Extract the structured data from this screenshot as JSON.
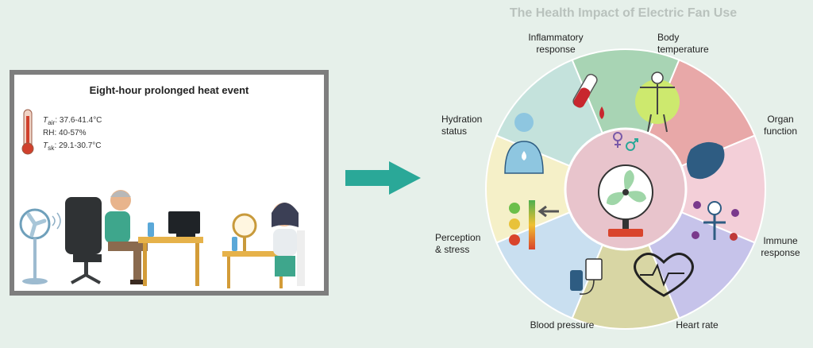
{
  "figure": {
    "title": "The Health Impact of Electric Fan Use"
  },
  "scenario": {
    "title": "Eight-hour prolonged heat event",
    "conditions": [
      {
        "symbol": "T",
        "subscript": "air",
        "value": ": 37.6-41.4°C"
      },
      {
        "symbol": "RH",
        "subscript": "",
        "value": ": 40-57%"
      },
      {
        "symbol": "T",
        "subscript": "sk",
        "value": ": 29.1-30.7°C"
      }
    ]
  },
  "segments": [
    {
      "label": "Inflammatory\nresponse",
      "color": "#a8d4b4",
      "icon": "blood-tube-icon"
    },
    {
      "label": "Body\ntemperature",
      "color": "#e8a8a8",
      "icon": "body-temperature-icon"
    },
    {
      "label": "Organ\nfunction",
      "color": "#f3cfd8",
      "icon": "organ-icon"
    },
    {
      "label": "Immune\nresponse",
      "color": "#c6c3ea",
      "icon": "immune-icon"
    },
    {
      "label": "Heart rate",
      "color": "#d8d6a4",
      "icon": "heart-rate-icon"
    },
    {
      "label": "Blood pressure",
      "color": "#c9dff0",
      "icon": "blood-pressure-icon"
    },
    {
      "label": "Perception\n& stress",
      "color": "#f5f0c8",
      "icon": "perception-scale-icon"
    },
    {
      "label": "Hydration\nstatus",
      "color": "#c4e2dc",
      "icon": "hydration-icon"
    }
  ],
  "colors": {
    "arrow": "#2aa898",
    "frame": "#7e7e7e",
    "title": "#b9c2bd",
    "center": "#e8c4cc"
  },
  "icons": {
    "thermometer": "thermometer-icon",
    "gender": "gender-symbols-icon",
    "fan": "electric-fan-icon"
  }
}
